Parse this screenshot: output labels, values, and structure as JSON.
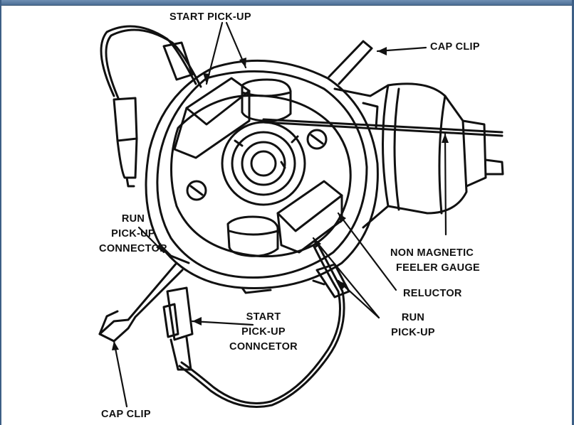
{
  "labels": {
    "start_pickup_top": "START PICK-UP",
    "cap_clip_top": "CAP CLIP",
    "run_pickup_connector": [
      "RUN",
      "PICK-UP",
      "CONNECTOR"
    ],
    "non_magnetic_feeler_gauge": [
      "NON MAGNETIC",
      "FEELER GAUGE"
    ],
    "reluctor": "RELUCTOR",
    "start_pickup_connector": [
      "START",
      "PICK-UP",
      "CONNCETOR"
    ],
    "run_pickup": [
      "RUN",
      "PICK-UP"
    ],
    "cap_clip_bottom": "CAP CLIP"
  },
  "colors": {
    "ink": "#111111",
    "frame": "#4d6f96",
    "background": "#ffffff"
  }
}
